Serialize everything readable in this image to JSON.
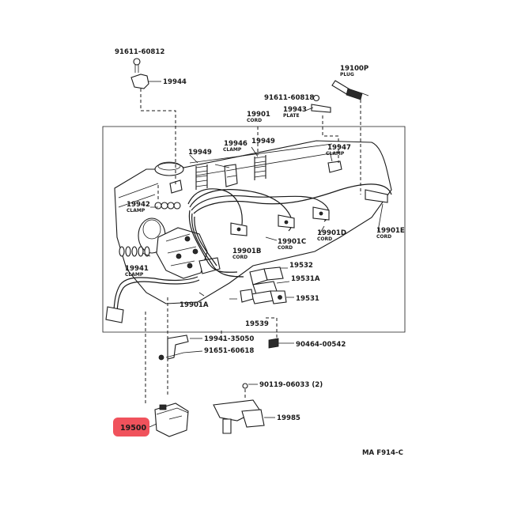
{
  "highlight": {
    "part": "19500",
    "color": "#f0525c"
  },
  "figure_code": "MA F914-C",
  "labels": {
    "p91611_60812": "91611-60812",
    "p19944": "19944",
    "p19100p": "19100P",
    "plug": "PLUG",
    "p91611_60818": "91611-60818",
    "p19943": "19943",
    "plate": "PLATE",
    "p19901": "19901",
    "cord_top": "CORD",
    "p19949a": "19949",
    "p19946": "19946",
    "clamp_19946": "CLAMP",
    "p19949b": "19949",
    "p19947": "19947",
    "clamp_19947": "CLAMP",
    "p19942": "19942",
    "clamp_19942": "CLAMP",
    "p19941": "19941",
    "clamp_19941": "CLAMP",
    "p19901b": "19901B",
    "cord_b": "CORD",
    "p19901c": "19901C",
    "cord_c": "CORD",
    "p19901d": "19901D",
    "cord_d": "CORD",
    "p19901e": "19901E",
    "cord_e": "CORD",
    "p19532": "19532",
    "p19531a": "19531A",
    "p19531": "19531",
    "p19901a": "19901A",
    "p19539": "19539",
    "p19941_35050": "19941-35050",
    "p91651_60618": "91651-60618",
    "p90464_00542": "90464-00542",
    "p90119_06033": "90119-06033 (2)",
    "p19985": "19985"
  }
}
